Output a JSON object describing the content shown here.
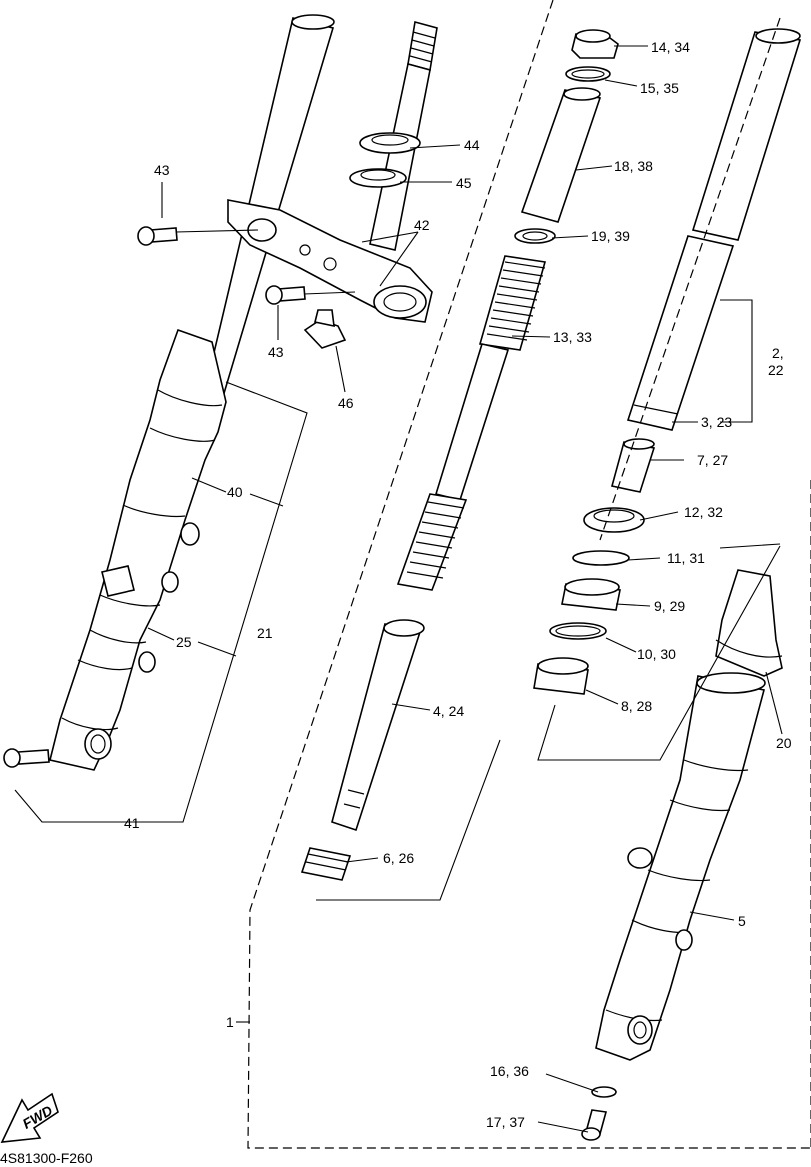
{
  "diagram": {
    "code": "4S81300-F260",
    "direction_label": "FWD",
    "callouts": [
      {
        "id": "c14",
        "text": "14, 34"
      },
      {
        "id": "c15",
        "text": "15, 35"
      },
      {
        "id": "c18",
        "text": "18, 38"
      },
      {
        "id": "c19",
        "text": "19, 39"
      },
      {
        "id": "c13",
        "text": "13, 33"
      },
      {
        "id": "c2a",
        "text": "2,"
      },
      {
        "id": "c2b",
        "text": "22"
      },
      {
        "id": "c3",
        "text": "3, 23"
      },
      {
        "id": "c7",
        "text": "7, 27"
      },
      {
        "id": "c12",
        "text": "12, 32"
      },
      {
        "id": "c11",
        "text": "11, 31"
      },
      {
        "id": "c9",
        "text": "9, 29"
      },
      {
        "id": "c10",
        "text": "10, 30"
      },
      {
        "id": "c8",
        "text": "8, 28"
      },
      {
        "id": "c20",
        "text": "20"
      },
      {
        "id": "c4",
        "text": "4, 24"
      },
      {
        "id": "c6",
        "text": "6, 26"
      },
      {
        "id": "c5",
        "text": "5"
      },
      {
        "id": "c1",
        "text": "1"
      },
      {
        "id": "c16",
        "text": "16, 36"
      },
      {
        "id": "c17",
        "text": "17, 37"
      },
      {
        "id": "c44",
        "text": "44"
      },
      {
        "id": "c45",
        "text": "45"
      },
      {
        "id": "c42",
        "text": "42"
      },
      {
        "id": "c43a",
        "text": "43"
      },
      {
        "id": "c43b",
        "text": "43"
      },
      {
        "id": "c46",
        "text": "46"
      },
      {
        "id": "c40",
        "text": "40"
      },
      {
        "id": "c25",
        "text": "25"
      },
      {
        "id": "c21",
        "text": "21"
      },
      {
        "id": "c41",
        "text": "41"
      }
    ]
  }
}
